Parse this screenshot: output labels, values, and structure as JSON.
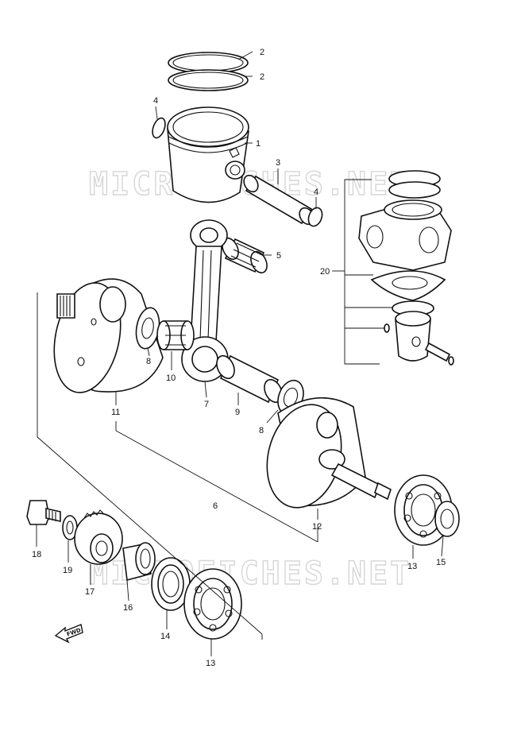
{
  "watermarks": [
    "MICROFICHES.NET",
    "MICROFICHES.NET"
  ],
  "direction_marker": {
    "text": "FWD",
    "icon": "arrow-left-icon"
  },
  "callouts": [
    {
      "id": "c-2a",
      "text": "2"
    },
    {
      "id": "c-2b",
      "text": "2"
    },
    {
      "id": "c-4a",
      "text": "4"
    },
    {
      "id": "c-1",
      "text": "1"
    },
    {
      "id": "c-3",
      "text": "3"
    },
    {
      "id": "c-4b",
      "text": "4"
    },
    {
      "id": "c-5",
      "text": "5"
    },
    {
      "id": "c-20",
      "text": "20"
    },
    {
      "id": "c-8a",
      "text": "8"
    },
    {
      "id": "c-10",
      "text": "10"
    },
    {
      "id": "c-11",
      "text": "11"
    },
    {
      "id": "c-7",
      "text": "7"
    },
    {
      "id": "c-9",
      "text": "9"
    },
    {
      "id": "c-8b",
      "text": "8"
    },
    {
      "id": "c-6",
      "text": "6"
    },
    {
      "id": "c-12",
      "text": "12"
    },
    {
      "id": "c-18",
      "text": "18"
    },
    {
      "id": "c-19",
      "text": "19"
    },
    {
      "id": "c-17",
      "text": "17"
    },
    {
      "id": "c-16",
      "text": "16"
    },
    {
      "id": "c-14",
      "text": "14"
    },
    {
      "id": "c-13a",
      "text": "13"
    },
    {
      "id": "c-13b",
      "text": "13"
    },
    {
      "id": "c-15",
      "text": "15"
    }
  ]
}
